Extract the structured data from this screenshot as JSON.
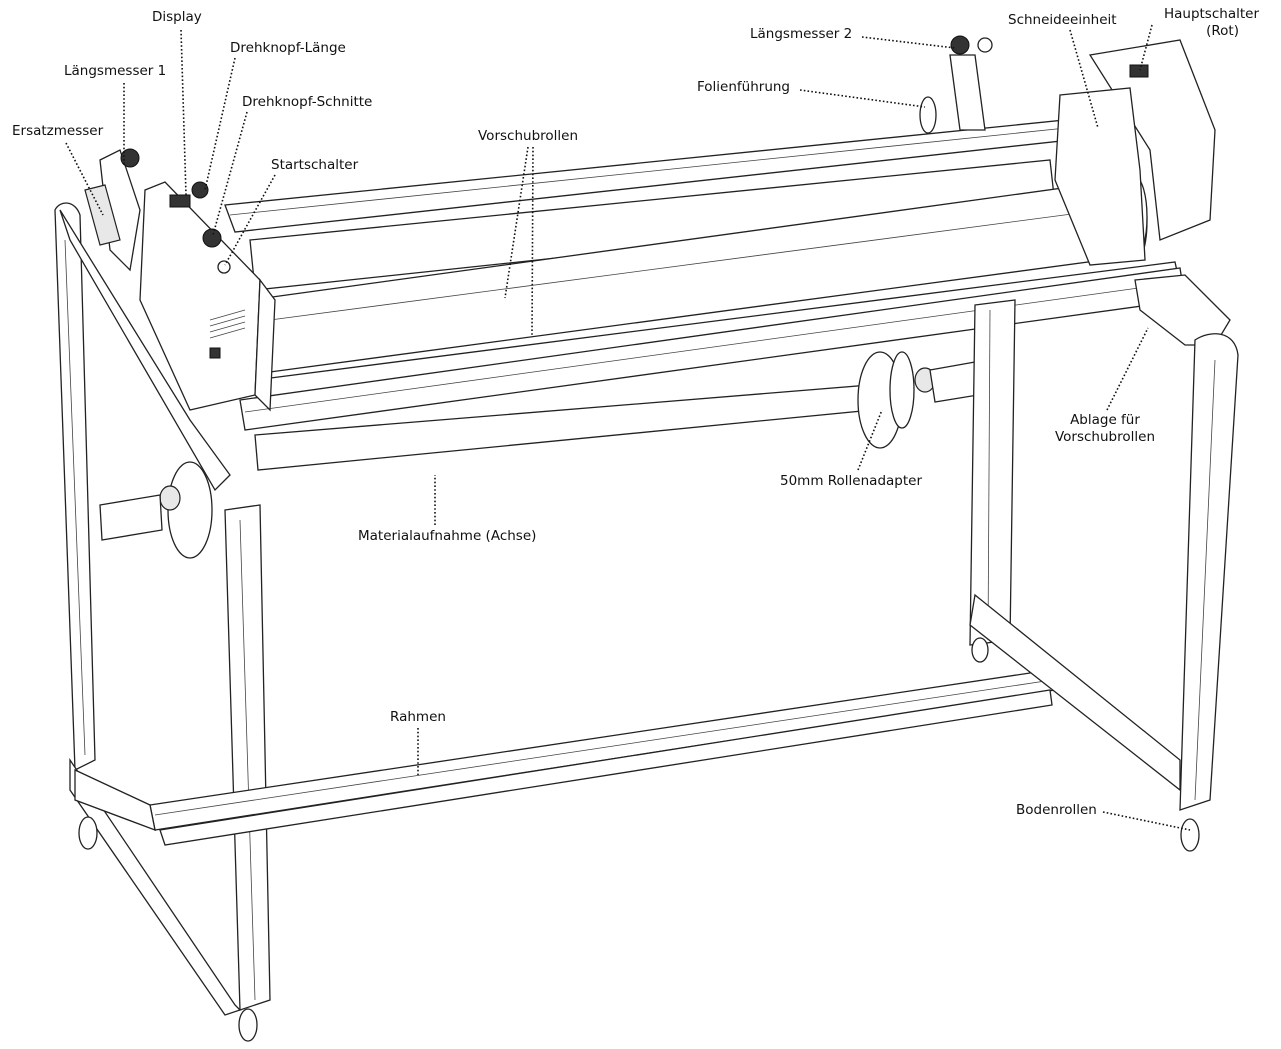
{
  "title": "Schneidemaschine – Bauteile",
  "labels": {
    "display": "Display",
    "drehknopf_laenge": "Drehknopf-Länge",
    "laengsmesser_1": "Längsmesser 1",
    "drehknopf_schnitte": "Drehknopf-Schnitte",
    "ersatzmesser": "Ersatzmesser",
    "startschalter": "Startschalter",
    "vorschubrollen": "Vorschubrollen",
    "laengsmesser_2": "Längsmesser 2",
    "schneideeinheit": "Schneideeinheit",
    "hauptschalter_line1": "Hauptschalter",
    "hauptschalter_line2": "(Rot)",
    "folienfuehrung": "Folienführung",
    "ablage_line1": "Ablage für",
    "ablage_line2": "Vorschubrollen",
    "rollenadapter": "50mm Rollenadapter",
    "materialaufnahme": "Materialaufnahme (Achse)",
    "rahmen": "Rahmen",
    "bodenrollen": "Bodenrollen"
  }
}
